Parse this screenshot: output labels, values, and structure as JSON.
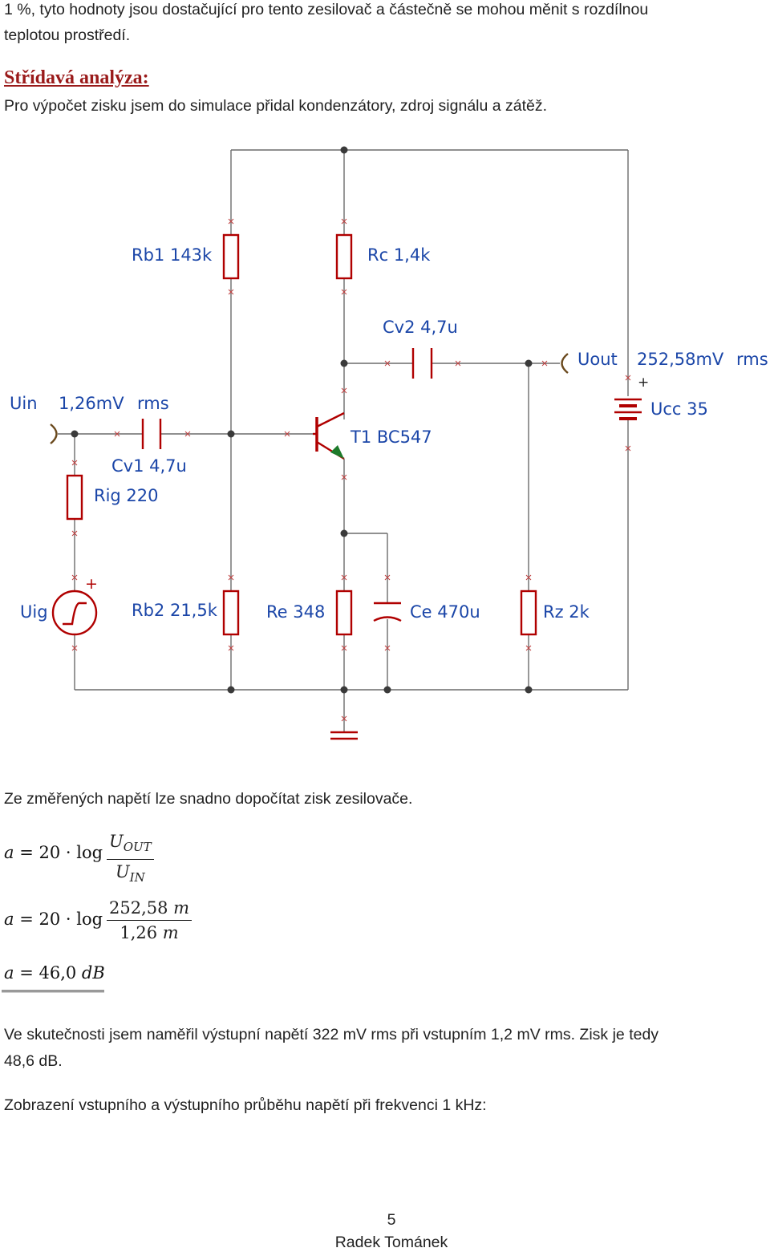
{
  "text": {
    "line1": "1 %, tyto hodnoty jsou dostačující pro tento zesilovač a částečně se mohou měnit s rozdílnou",
    "line2": "teplotou prostředí.",
    "heading": "Střídavá analýza:",
    "intro": "Pro výpočet zisku jsem do simulace přidal kondenzátory, zdroj signálu a zátěž.",
    "after_circuit": "Ze změřených napětí lze snadno dopočítat zisk zesilovače.",
    "result_line1": "Ve skutečnosti jsem naměřil výstupní napětí 322 mV rms při vstupním 1,2 mV rms. Zisk je tedy",
    "result_line2": "48,6 dB.",
    "waveform_caption": "Zobrazení vstupního a výstupního průběhu napětí při frekvenci 1 kHz:"
  },
  "circuit": {
    "rb1": "Rb1 143k",
    "rc": "Rc 1,4k",
    "cv2": "Cv2 4,7u",
    "uout": "Uout",
    "uout_value": "252,58mV",
    "uout_unit": "rms",
    "plus1": "+",
    "ucc": "Ucc 35",
    "uin": "Uin",
    "uin_value": "1,26mV",
    "uin_unit": "rms",
    "t1": "T1 BC547",
    "cv1": "Cv1 4,7u",
    "rig": "Rig 220",
    "plus2": "+",
    "uig": "Uig",
    "rb2": "Rb2 21,5k",
    "re": "Re 348",
    "ce": "Ce 470u",
    "rz": "Rz 2k"
  },
  "equations": {
    "lhs": "a",
    "eq": " = 20 · log",
    "num1": "U_OUT",
    "den1": "U_IN",
    "num2": "252,58 m",
    "den2": "1,26 m",
    "result": "a = 46,0 dB"
  },
  "footer": {
    "page_number": "5",
    "author": "Radek Tománek"
  },
  "colors": {
    "wire": "#6b6b6b",
    "component": "#b00000",
    "label": "#1b46a8",
    "probe": "#6b4a1e",
    "heading": "#9a1a1a"
  }
}
